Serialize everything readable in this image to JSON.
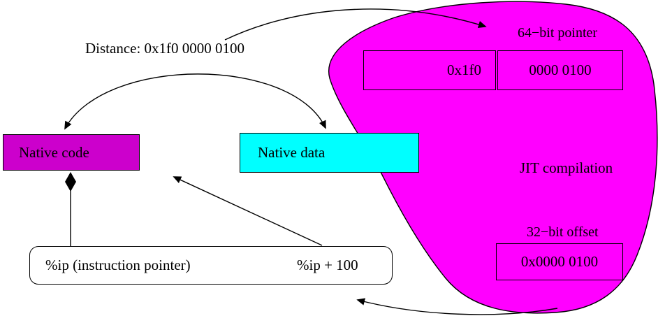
{
  "diagram": {
    "distance_label": "Distance: 0x1f0 0000 0100",
    "native_code": {
      "label": "Native code"
    },
    "native_data": {
      "label": "Native data"
    },
    "ip_box": {
      "ip_label": "%ip (instruction pointer)",
      "ip_offset_label": "%ip + 100"
    },
    "jit_blob": {
      "label": "JIT compilation",
      "pointer": {
        "title": "64−bit pointer",
        "high": "0x1f0",
        "low": "0000 0100"
      },
      "offset": {
        "title": "32−bit offset",
        "value": "0x0000 0100"
      }
    }
  },
  "colors": {
    "blob_fill": "#ff00ff",
    "native_code_fill": "#cc00cc",
    "native_data_fill": "#00ffff",
    "stroke": "#000000",
    "background": "#ffffff"
  }
}
